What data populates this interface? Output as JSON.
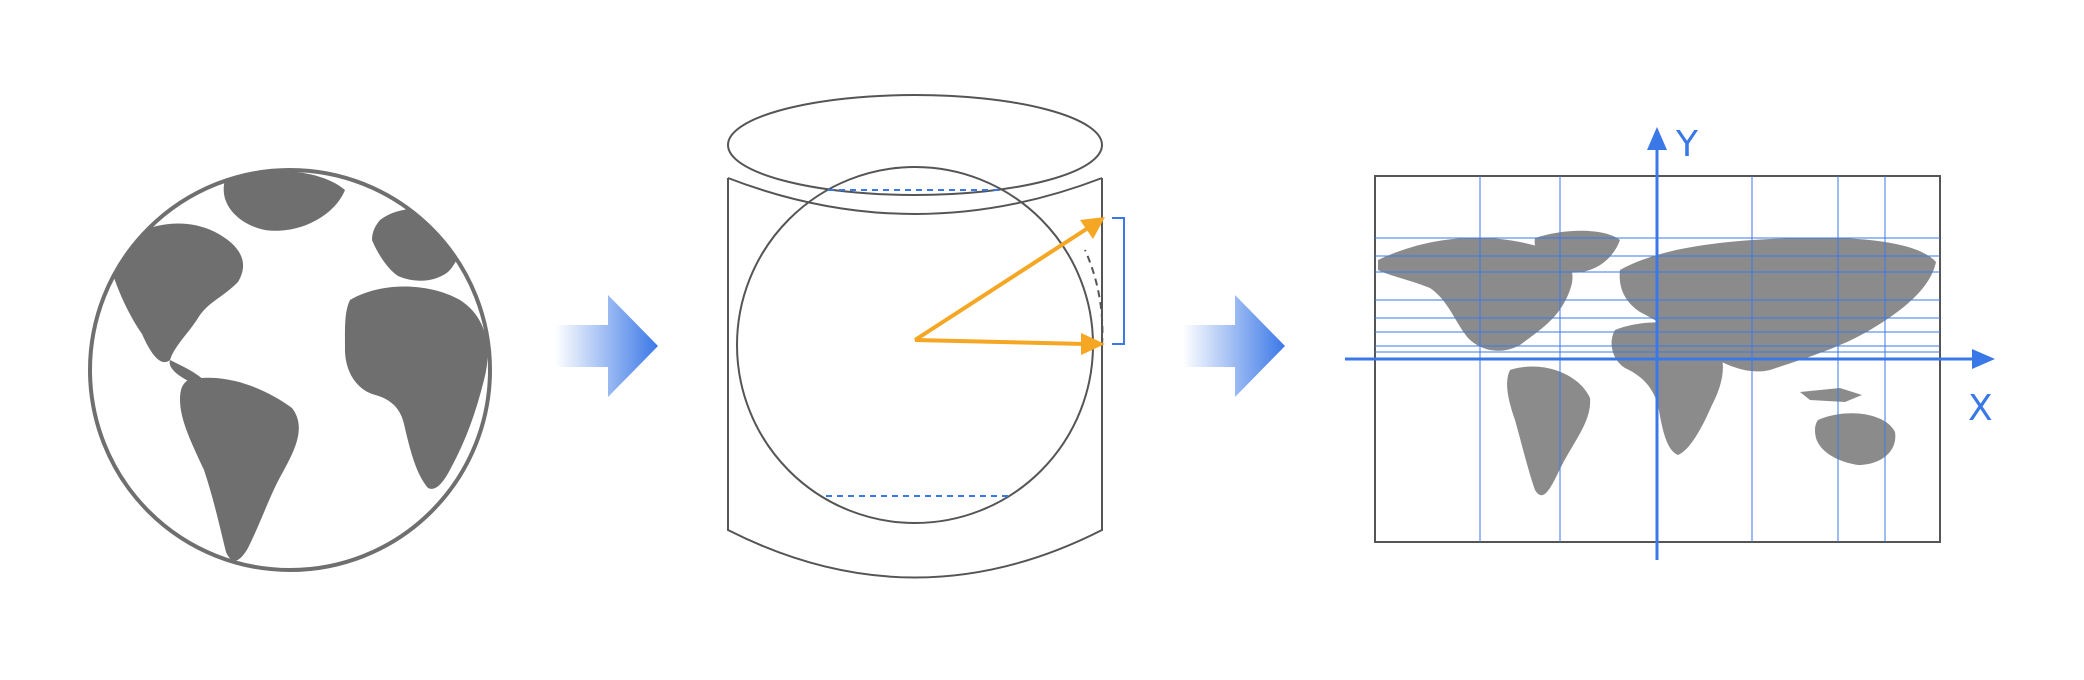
{
  "colors": {
    "gray_fill": "#6f6f6f",
    "map_fill": "#8b8b8b",
    "outline": "#555555",
    "blue": "#3b78e7",
    "orange": "#f5a623"
  },
  "icons": {
    "globe": "globe-icon",
    "step_arrow": "right-arrow-icon"
  },
  "map": {
    "x_label": "X",
    "y_label": "Y",
    "latitude_lines": 9,
    "longitude_lines": 5
  }
}
